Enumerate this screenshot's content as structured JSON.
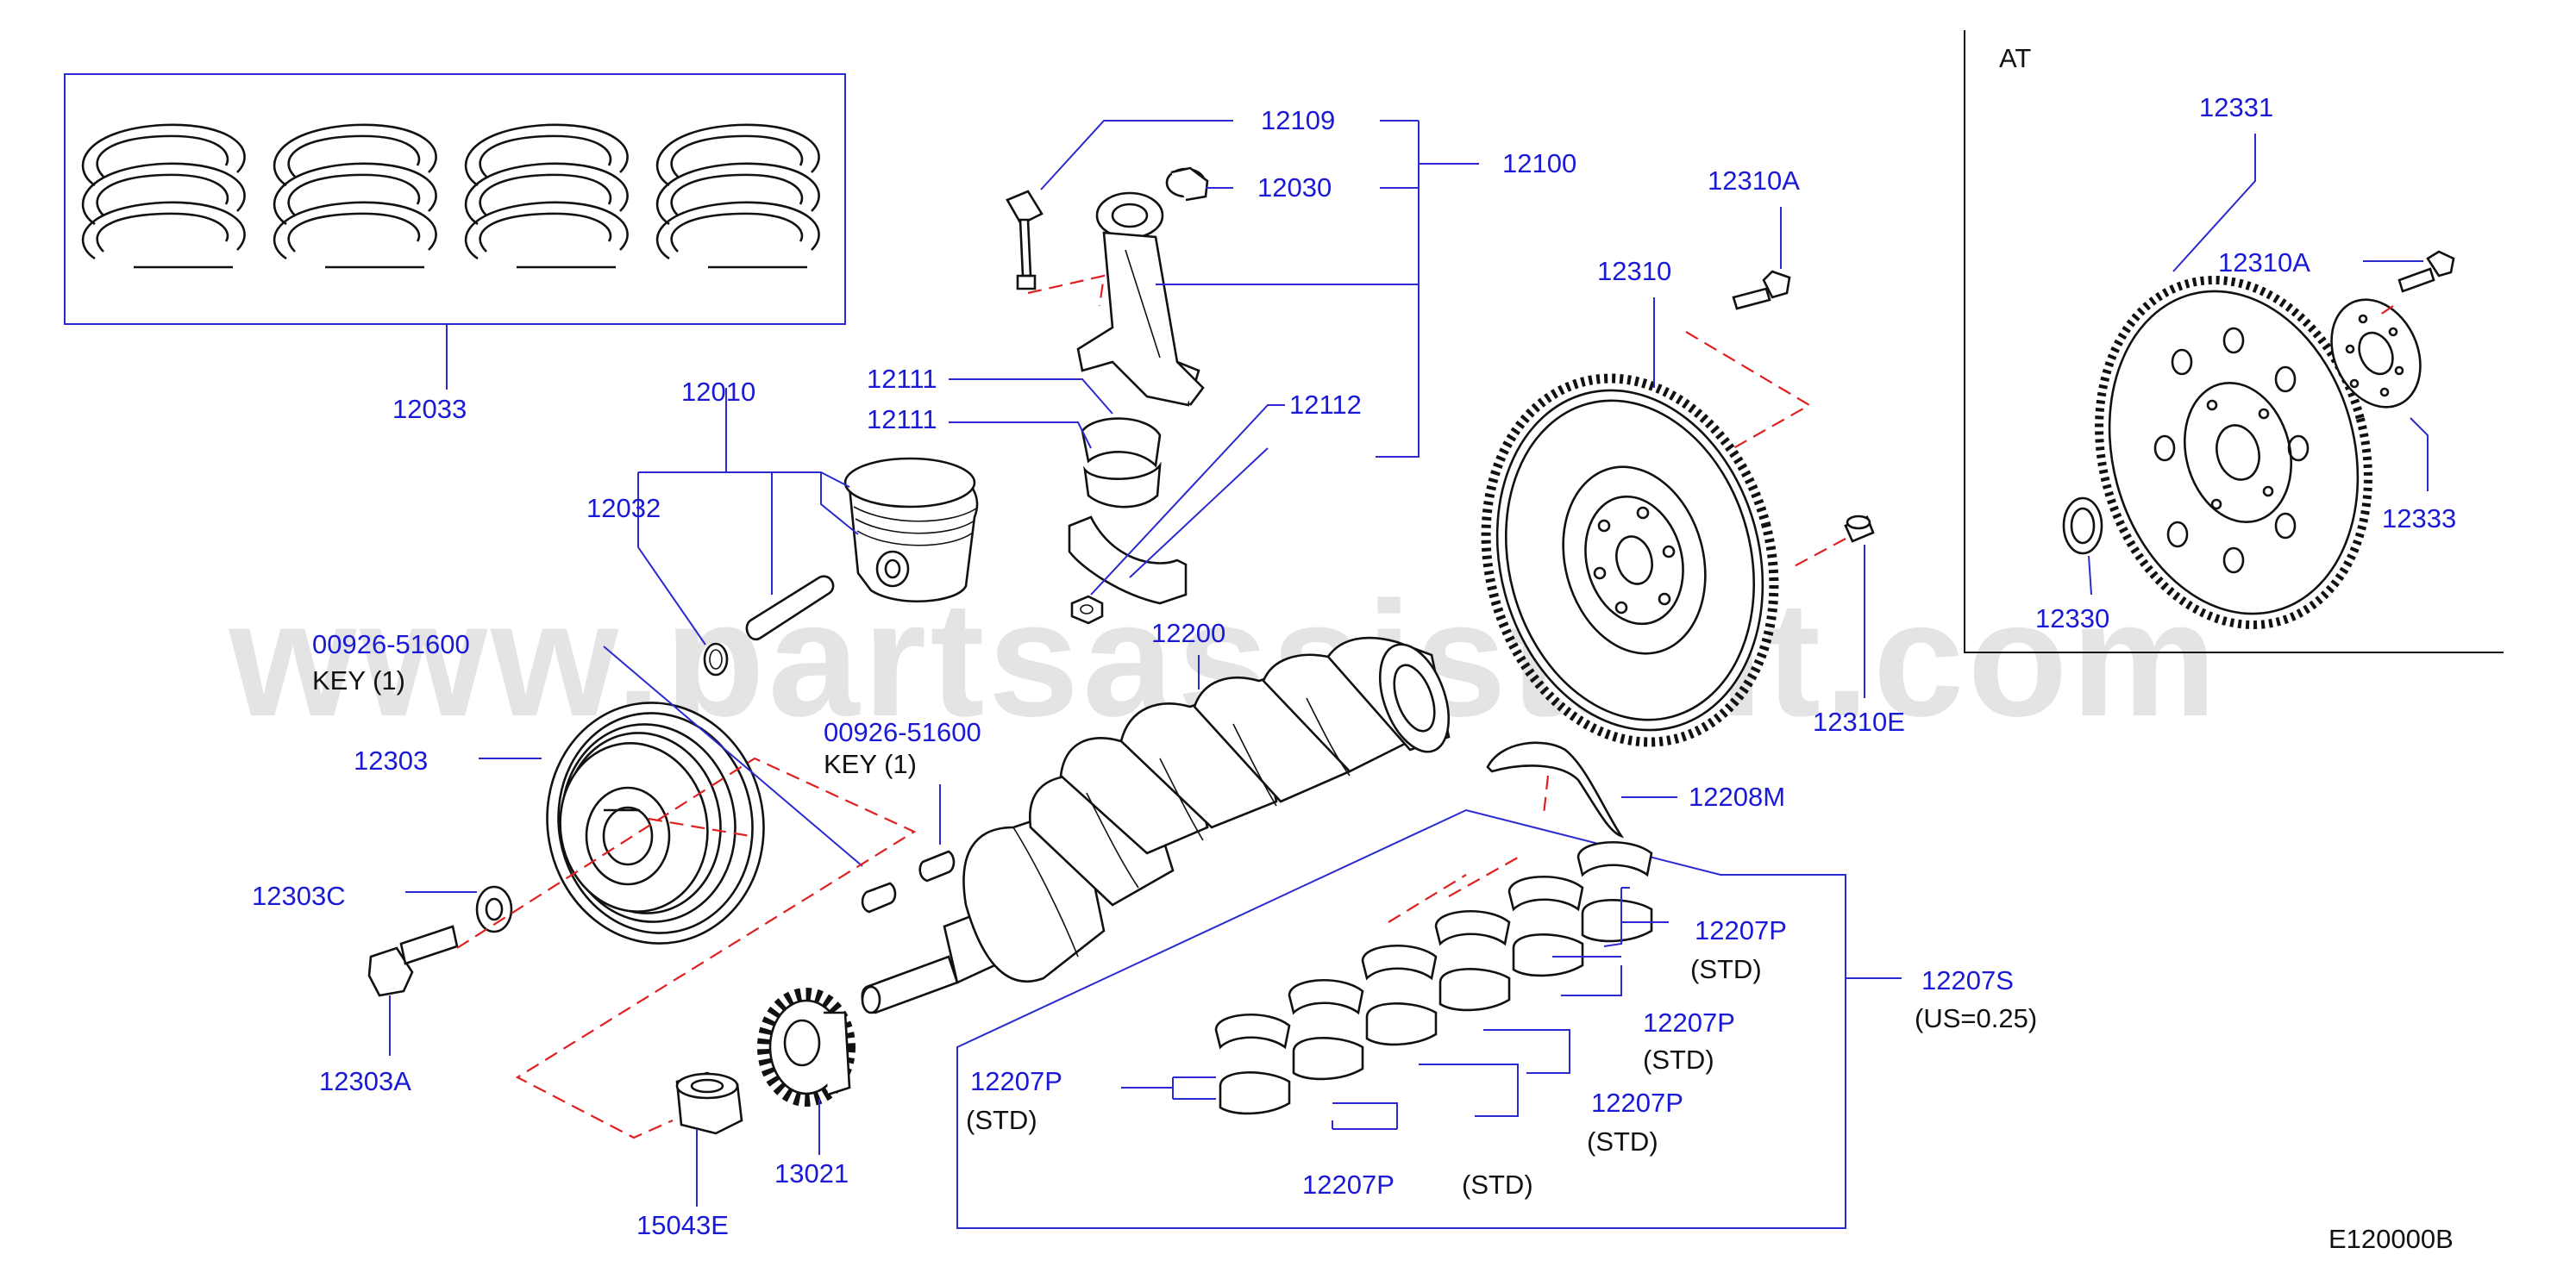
{
  "diagram_code": "E120000B",
  "watermark": "www.partsassistant.com",
  "at_section": {
    "title": "AT"
  },
  "callouts": [
    {
      "id": "c12033",
      "text": "12033",
      "kind": "part"
    },
    {
      "id": "c12010",
      "text": "12010",
      "kind": "part"
    },
    {
      "id": "c12032",
      "text": "12032",
      "kind": "part"
    },
    {
      "id": "c12109",
      "text": "12109",
      "kind": "part"
    },
    {
      "id": "c12030",
      "text": "12030",
      "kind": "part"
    },
    {
      "id": "c12100",
      "text": "12100",
      "kind": "part"
    },
    {
      "id": "c12111a",
      "text": "12111",
      "kind": "part"
    },
    {
      "id": "c12111b",
      "text": "12111",
      "kind": "part"
    },
    {
      "id": "c12112",
      "text": "12112",
      "kind": "part"
    },
    {
      "id": "c12310A",
      "text": "12310A",
      "kind": "part"
    },
    {
      "id": "c12310",
      "text": "12310",
      "kind": "part"
    },
    {
      "id": "c12310E",
      "text": "12310E",
      "kind": "part"
    },
    {
      "id": "c12331",
      "text": "12331",
      "kind": "part"
    },
    {
      "id": "c12310A_at",
      "text": "12310A",
      "kind": "part"
    },
    {
      "id": "c12333",
      "text": "12333",
      "kind": "part"
    },
    {
      "id": "c12330",
      "text": "12330",
      "kind": "part"
    },
    {
      "id": "c00926a",
      "text": "00926-51600",
      "kind": "part"
    },
    {
      "id": "c00926a_note",
      "text": "KEY   (1)",
      "kind": "note"
    },
    {
      "id": "c00926b",
      "text": "00926-51600",
      "kind": "part"
    },
    {
      "id": "c00926b_note",
      "text": "KEY   (1)",
      "kind": "note"
    },
    {
      "id": "c12303",
      "text": "12303",
      "kind": "part"
    },
    {
      "id": "c12303C",
      "text": "12303C",
      "kind": "part"
    },
    {
      "id": "c12303A",
      "text": "12303A",
      "kind": "part"
    },
    {
      "id": "c12200",
      "text": "12200",
      "kind": "part"
    },
    {
      "id": "c12208M",
      "text": "12208M",
      "kind": "part"
    },
    {
      "id": "c12207P_1",
      "text": "12207P",
      "kind": "part"
    },
    {
      "id": "c12207P_1n",
      "text": "(STD)",
      "kind": "note"
    },
    {
      "id": "c12207P_2",
      "text": "12207P",
      "kind": "part"
    },
    {
      "id": "c12207P_2n",
      "text": "(STD)",
      "kind": "note"
    },
    {
      "id": "c12207P_3",
      "text": "12207P",
      "kind": "part"
    },
    {
      "id": "c12207P_3n",
      "text": "(STD)",
      "kind": "note"
    },
    {
      "id": "c12207P_4",
      "text": "12207P",
      "kind": "part"
    },
    {
      "id": "c12207P_4n",
      "text": "(STD)",
      "kind": "note"
    },
    {
      "id": "c12207P_5",
      "text": "12207P",
      "kind": "part"
    },
    {
      "id": "c12207P_5n",
      "text": "(STD)",
      "kind": "note"
    },
    {
      "id": "c12207S",
      "text": "12207S",
      "kind": "part"
    },
    {
      "id": "c12207S_n",
      "text": "(US=0.25)",
      "kind": "note"
    },
    {
      "id": "c15043E",
      "text": "15043E",
      "kind": "part"
    },
    {
      "id": "c13021",
      "text": "13021",
      "kind": "part"
    }
  ]
}
